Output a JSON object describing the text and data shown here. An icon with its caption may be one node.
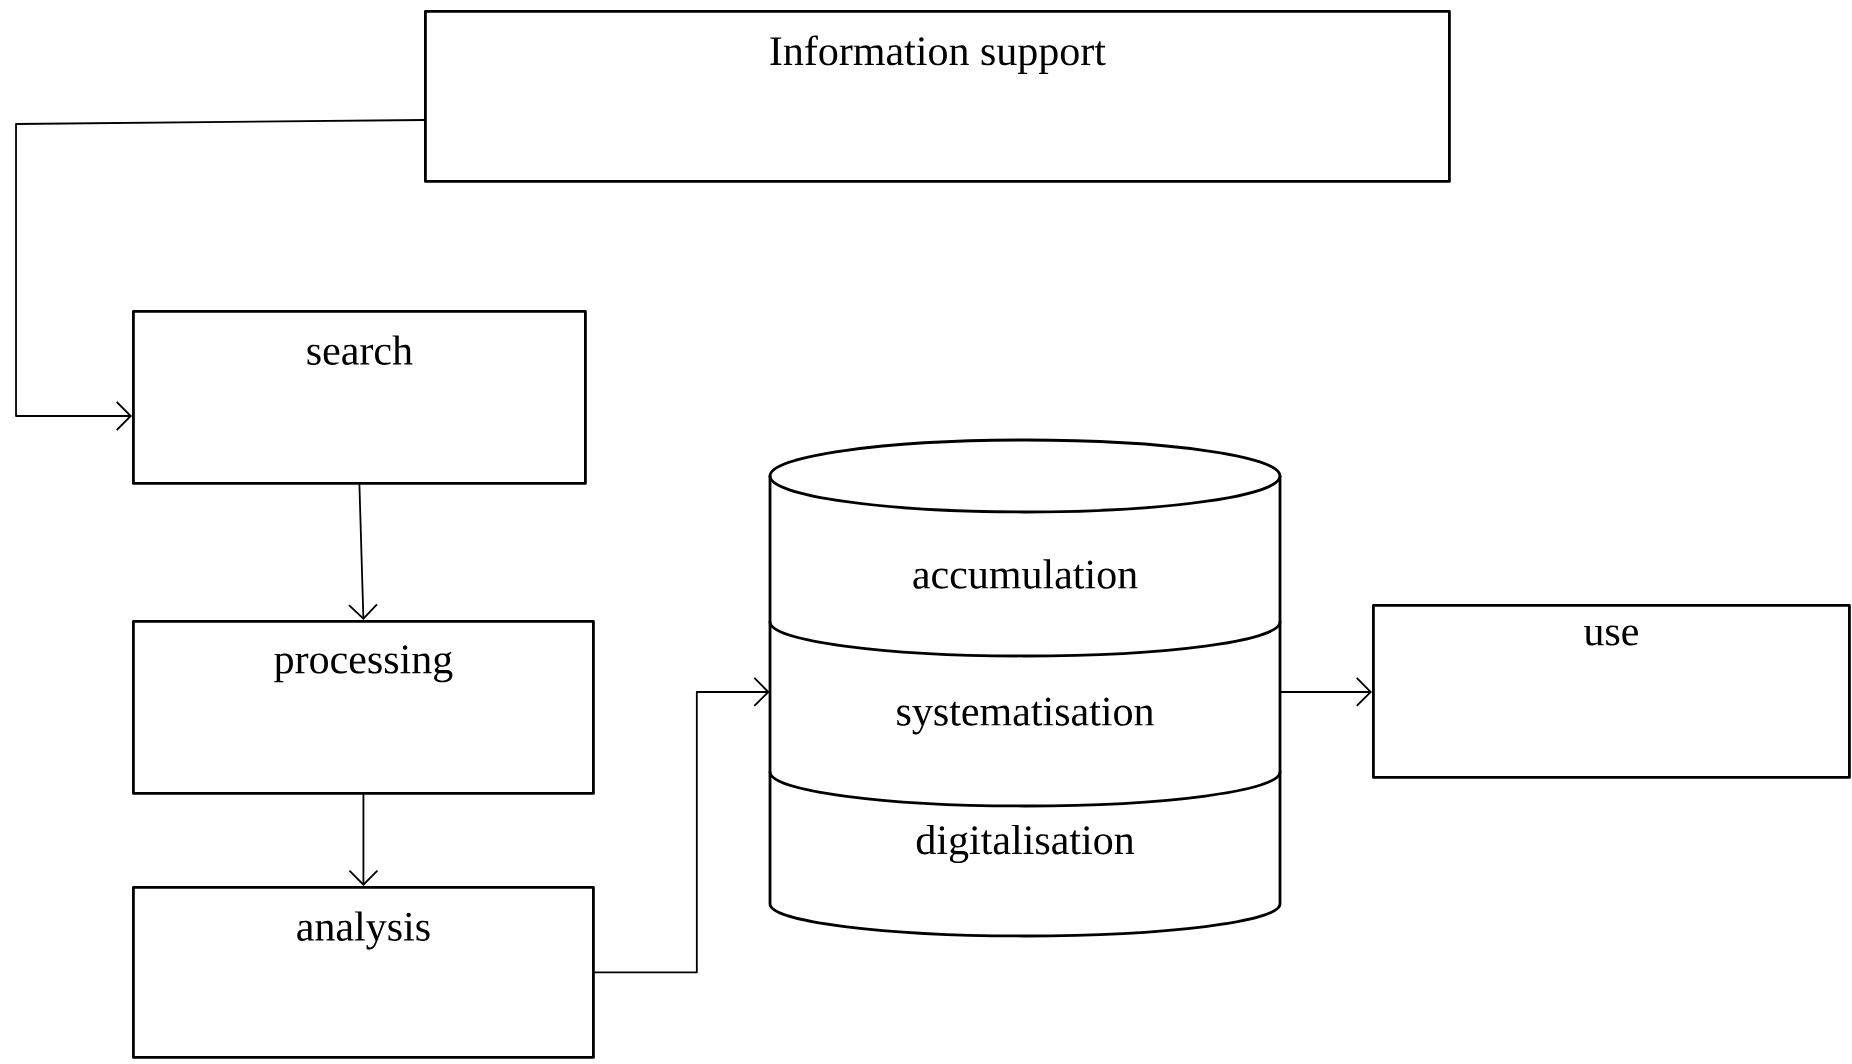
{
  "diagram": {
    "nodes": [
      {
        "text": [
          "Information support"
        ]
      },
      {
        "text": [
          "search"
        ]
      },
      {
        "text": [
          "processing"
        ]
      },
      {
        "text": [
          "analysis"
        ]
      },
      {
        "text": [
          "accumulation",
          "systematisation",
          "digitalisation"
        ]
      },
      {
        "text": [
          "use"
        ]
      }
    ],
    "edges": [
      {
        "from": 0,
        "to": 1,
        "arrow": "to"
      },
      {
        "from": 1,
        "to": 2,
        "arrow": "to"
      },
      {
        "from": 2,
        "to": 3,
        "arrow": "to"
      },
      {
        "from": 3,
        "to": 4,
        "arrow": "to"
      },
      {
        "from": 4,
        "to": 5,
        "arrow": "to"
      }
    ]
  }
}
